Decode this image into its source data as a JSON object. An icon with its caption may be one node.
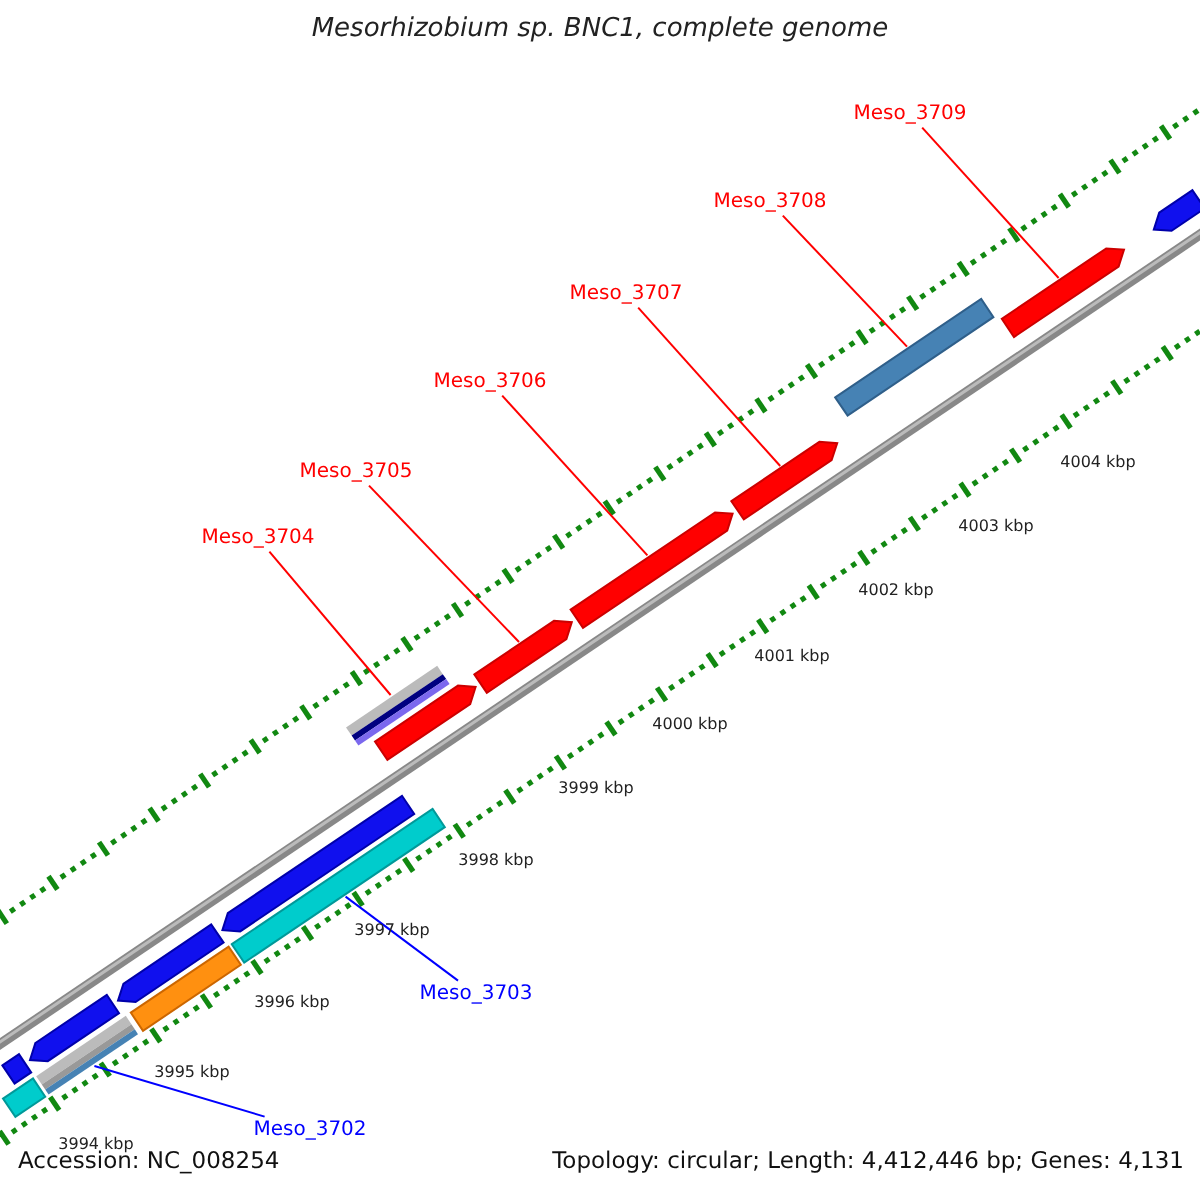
{
  "diagram": {
    "title": "Mesorhizobium sp. BNC1, complete genome",
    "nodes": [
      {
        "text": [
          "Meso_3709"
        ]
      },
      {
        "text": [
          "Meso_3708"
        ]
      },
      {
        "text": [
          "Meso_3707"
        ]
      },
      {
        "text": [
          "Meso_3706"
        ]
      },
      {
        "text": [
          "Meso_3705"
        ]
      },
      {
        "text": [
          "Meso_3704"
        ]
      },
      {
        "text": [
          "Meso_3703"
        ]
      },
      {
        "text": [
          "Meso_3702"
        ]
      },
      {
        "text": [],
        "shape": "bar"
      },
      {
        "text": [],
        "shape": "bar"
      },
      {
        "text": [],
        "shape": "bar"
      },
      {
        "text": [],
        "shape": "bar"
      },
      {
        "text": [],
        "shape": "bar"
      },
      {
        "text": [],
        "shape": "bar"
      },
      {
        "text": [],
        "shape": "bar"
      },
      {
        "text": [],
        "shape": "bar"
      },
      {
        "text": [],
        "shape": "bar"
      },
      {
        "text": [],
        "shape": "bar"
      },
      {
        "text": [],
        "shape": "bar"
      },
      {
        "text": [],
        "shape": "bar"
      },
      {
        "text": [],
        "shape": "bar"
      },
      {
        "text": [],
        "shape": "bar"
      },
      {
        "text": [],
        "shape": "bar"
      },
      {
        "text": [],
        "shape": "bar"
      }
    ],
    "edges": [
      {
        "from": 0,
        "to": 8,
        "arrow": "none"
      },
      {
        "from": 1,
        "to": 9,
        "arrow": "none"
      },
      {
        "from": 2,
        "to": 10,
        "arrow": "none"
      },
      {
        "from": 3,
        "to": 11,
        "arrow": "none"
      },
      {
        "from": 4,
        "to": 12,
        "arrow": "none"
      },
      {
        "from": 5,
        "to": 13,
        "arrow": "none"
      },
      {
        "from": 6,
        "to": 14,
        "arrow": "none",
        "color": "#0000ff"
      },
      {
        "from": 7,
        "to": 15,
        "arrow": "none",
        "color": "#0000ff"
      }
    ],
    "labels": [
      "4004 kbp",
      "4003 kbp",
      "4002 kbp",
      "4001 kbp",
      "4000 kbp",
      "3999 kbp",
      "3998 kbp",
      "3997 kbp",
      "3996 kbp",
      "3995 kbp",
      "3994 kbp",
      "Accession: NC_008254",
      "Topology: circular; Length: 4,412,446 bp; Genes: 4,131"
    ]
  }
}
